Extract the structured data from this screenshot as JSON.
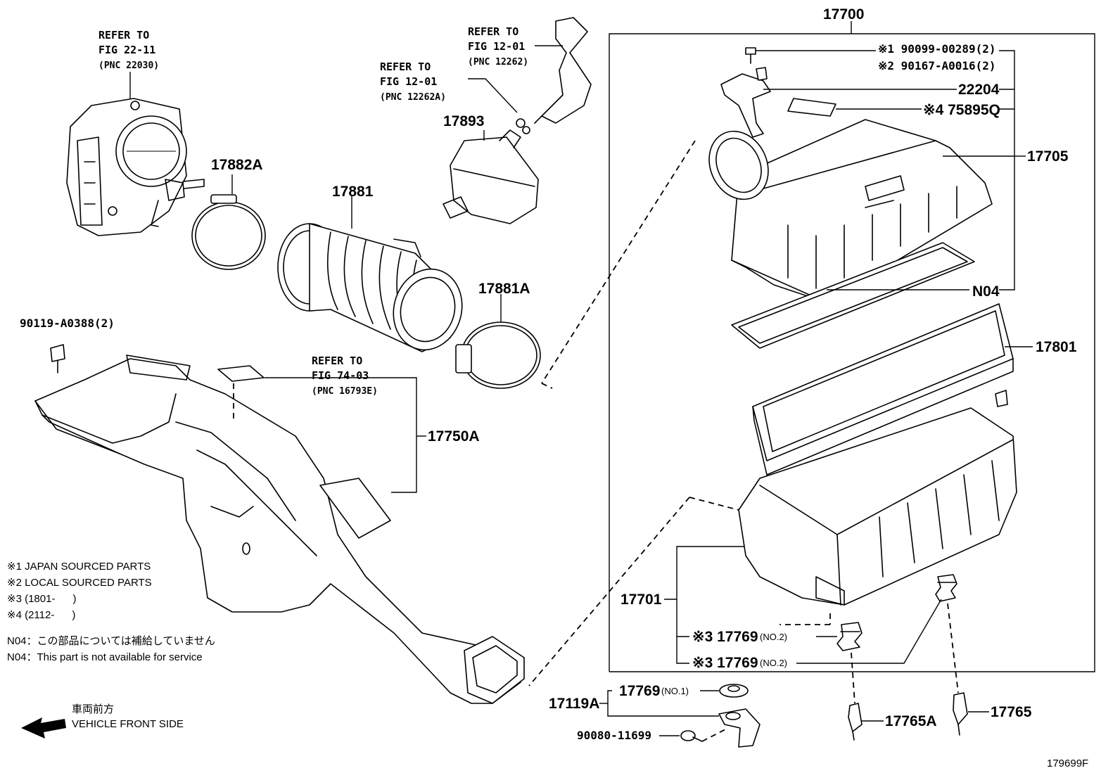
{
  "notes": {
    "line1": "※1 JAPAN SOURCED PARTS",
    "line2": "※2 LOCAL SOURCED PARTS",
    "line3": "※3 (1801-      )",
    "line4": "※4 (2112-      )",
    "n04_jp": "N04：この部品については補給していません",
    "n04_en": "N04：This part is not available for service"
  },
  "front": {
    "jp": "車両前方",
    "en": "VEHICLE FRONT SIDE"
  },
  "figure_id": "179699F",
  "refs": {
    "throttle": {
      "l1": "REFER TO",
      "l2": "FIG 22-11",
      "l3": "(PNC 22030)"
    },
    "hose_a": {
      "l1": "REFER TO",
      "l2": "FIG 12-01",
      "l3": "(PNC 12262A)"
    },
    "hose": {
      "l1": "REFER TO",
      "l2": "FIG 12-01",
      "l3": "(PNC 12262)"
    },
    "duct": {
      "l1": "REFER TO",
      "l2": "FIG 74-03",
      "l3": "(PNC 16793E)"
    }
  },
  "parts": {
    "p17700": "17700",
    "p17705": "17705",
    "p22204": "22204",
    "p75895Q": "※4 75895Q",
    "p90099": "※1 90099-00289(2)",
    "p90167": "※2 90167-A0016(2)",
    "n04": "N04",
    "p17801": "17801",
    "p17701": "17701",
    "p17769a": "※3 17769",
    "p17769a_sub": "(NO.2)",
    "p17769b": "※3 17769",
    "p17769b_sub": "(NO.2)",
    "p17769c": "17769",
    "p17769c_sub": "(NO.1)",
    "p17119A": "17119A",
    "p90080": "90080-11699",
    "p17765A": "17765A",
    "p17765": "17765",
    "p17882A": "17882A",
    "p17881": "17881",
    "p17881A": "17881A",
    "p17893": "17893",
    "p17750A": "17750A",
    "p90119": "90119-A0388(2)"
  }
}
